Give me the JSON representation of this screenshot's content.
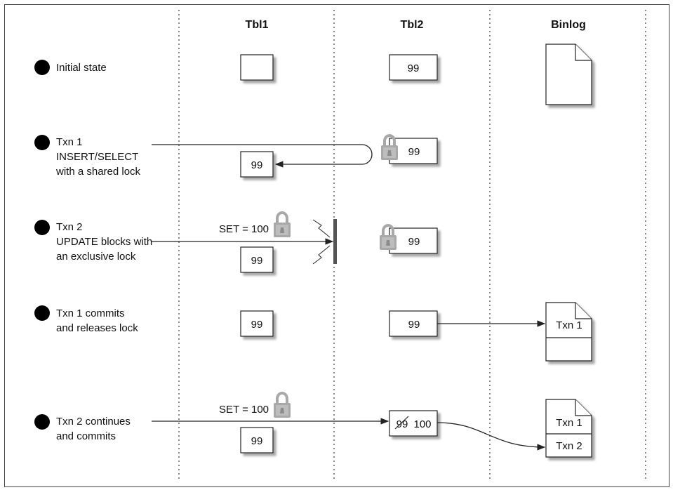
{
  "headers": {
    "tbl1": "Tbl1",
    "tbl2": "Tbl2",
    "binlog": "Binlog"
  },
  "steps": [
    {
      "lines": [
        "Initial state"
      ]
    },
    {
      "lines": [
        "Txn 1",
        "INSERT/SELECT",
        "with a shared lock"
      ]
    },
    {
      "lines": [
        "Txn 2",
        "UPDATE blocks with",
        "an exclusive lock"
      ]
    },
    {
      "lines": [
        "Txn 1 commits",
        "and releases lock"
      ]
    },
    {
      "lines": [
        "Txn 2 continues",
        "and commits"
      ]
    }
  ],
  "values": {
    "tbl2_initial": "99",
    "tbl2_step2": "99",
    "tbl1_step2": "99",
    "set_step3": "SET = 100",
    "tbl1_step3": "99",
    "tbl2_step3": "99",
    "tbl1_step4": "99",
    "tbl2_step4": "99",
    "set_step5": "SET = 100",
    "tbl1_step5": "99",
    "tbl2_step5_old": "99",
    "tbl2_step5_new": "100"
  },
  "binlog": {
    "step4_entries": [
      "Txn 1"
    ],
    "step5_entries": [
      "Txn 1",
      "Txn 2"
    ]
  },
  "colors": {
    "line": "#222222",
    "dotted": "#888888",
    "lock": "#a8a8a8",
    "shadow": "#b5b5b5"
  },
  "icons": [
    "bullet-dot",
    "padlock-icon",
    "document-icon",
    "blocking-wall",
    "arrow"
  ]
}
